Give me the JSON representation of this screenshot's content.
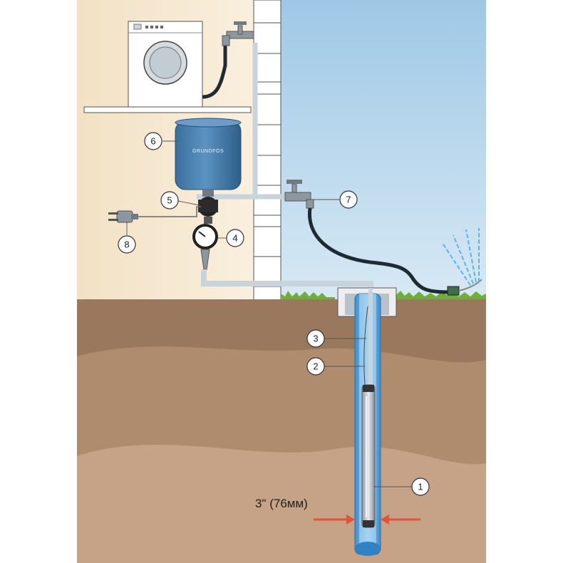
{
  "brand": "GRUNDFOS",
  "dimension_label": "3\" (76мм)",
  "callouts": [
    {
      "id": "1",
      "label": "1"
    },
    {
      "id": "2",
      "label": "2"
    },
    {
      "id": "3",
      "label": "3"
    },
    {
      "id": "4",
      "label": "4"
    },
    {
      "id": "5",
      "label": "5"
    },
    {
      "id": "6",
      "label": "6"
    },
    {
      "id": "7",
      "label": "7"
    },
    {
      "id": "8",
      "label": "8"
    }
  ],
  "colors": {
    "wall": "#f7e6c9",
    "sky": "#a9cde6",
    "soil_top": "#9c7a5f",
    "soil_mid": "#b38f71",
    "soil_low": "#c7a186",
    "grass": "#6fae3a",
    "tank": "#3f78a8",
    "well": "#4a9ad6",
    "pipe": "#c9d3dc",
    "hose": "#1e2a34",
    "arrow": "#e0553a"
  }
}
